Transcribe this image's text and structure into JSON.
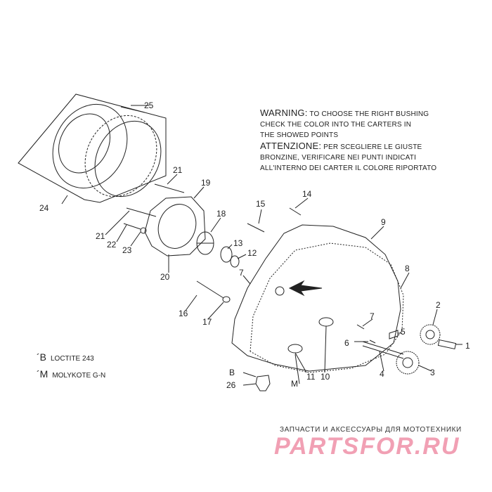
{
  "callouts": [
    "25",
    "24",
    "21",
    "19",
    "18",
    "21",
    "22",
    "23",
    "20",
    "13",
    "12",
    "15",
    "14",
    "9",
    "8",
    "7",
    "16",
    "17",
    "2",
    "1",
    "7",
    "5",
    "6",
    "4",
    "3",
    "11",
    "10",
    "26",
    "B",
    "M"
  ],
  "warning": {
    "en_head": "WARNING:",
    "en_line1": "TO CHOOSE THE RIGHT BUSHING",
    "en_line2": "CHECK THE COLOR INTO THE CARTERS IN",
    "en_line3": "THE SHOWED POINTS",
    "it_head": "ATTENZIONE:",
    "it_line1": "PER SCEGLIERE LE GIUSTE",
    "it_line2": "BRONZINE, VERIFICARE NEI PUNTI INDICATI",
    "it_line3": "ALL'INTERNO DEI CARTER IL COLORE RIPORTATO"
  },
  "legend": [
    {
      "symbol": "´B",
      "text": "LOCTITE 243"
    },
    {
      "symbol": "´M",
      "text": "MOLYKOTE G-N"
    }
  ],
  "watermark": {
    "caption": "ЗАПЧАСТИ И АКСЕССУАРЫ ДЛЯ МОТОТЕХНИКИ",
    "logo": "PARTSFOR.RU",
    "logo_color": "#f1a0b4"
  }
}
